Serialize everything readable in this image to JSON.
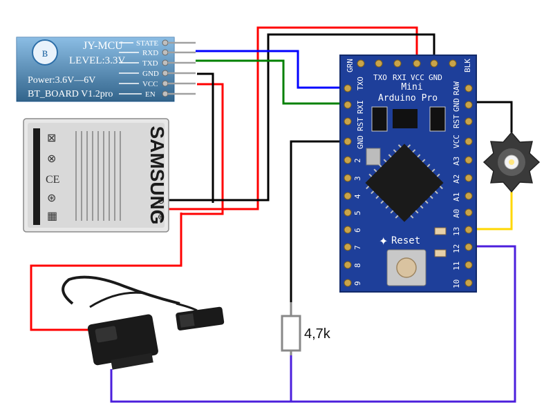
{
  "bluetooth_module": {
    "title": "JY-MCU",
    "level": "LEVEL:3.3V",
    "power": "Power:3.6V—6V",
    "board": "BT_BOARD V1.2pro",
    "pins": [
      "STATE",
      "RXD",
      "TXD",
      "GND",
      "VCC",
      "EN"
    ]
  },
  "battery": {
    "brand": "SAMSUNG",
    "terminal_minus": "⊖",
    "terminal_plus": "⊕"
  },
  "arduino": {
    "title_line1": "Mini",
    "title_line2": "Arduino Pro",
    "top_pins": [
      "TXO",
      "RXI",
      "VCC",
      "GND"
    ],
    "corner_left": "GRN",
    "corner_right": "BLK",
    "left_pins": [
      "TXO",
      "RXI",
      "RST",
      "GND",
      "2",
      "3",
      "4",
      "5",
      "6",
      "7",
      "8",
      "9"
    ],
    "right_pins": [
      "RAW",
      "GND",
      "RST",
      "VCC",
      "A3",
      "A2",
      "A1",
      "A0",
      "13",
      "12",
      "11",
      "10"
    ],
    "reset_label": "Reset"
  },
  "resistor": {
    "value": "4,7k"
  },
  "led": {
    "icon": "power-led-icon"
  },
  "sensor": {
    "icon": "reed-sensor-icon"
  },
  "colors": {
    "red": "#ff0000",
    "black": "#000000",
    "blue": "#0000ff",
    "green": "#008000",
    "yellow": "#ffd700",
    "purple": "#4b1edc",
    "board_blue": "#1e3f9a",
    "bt_blue": "#4d9ad6"
  }
}
